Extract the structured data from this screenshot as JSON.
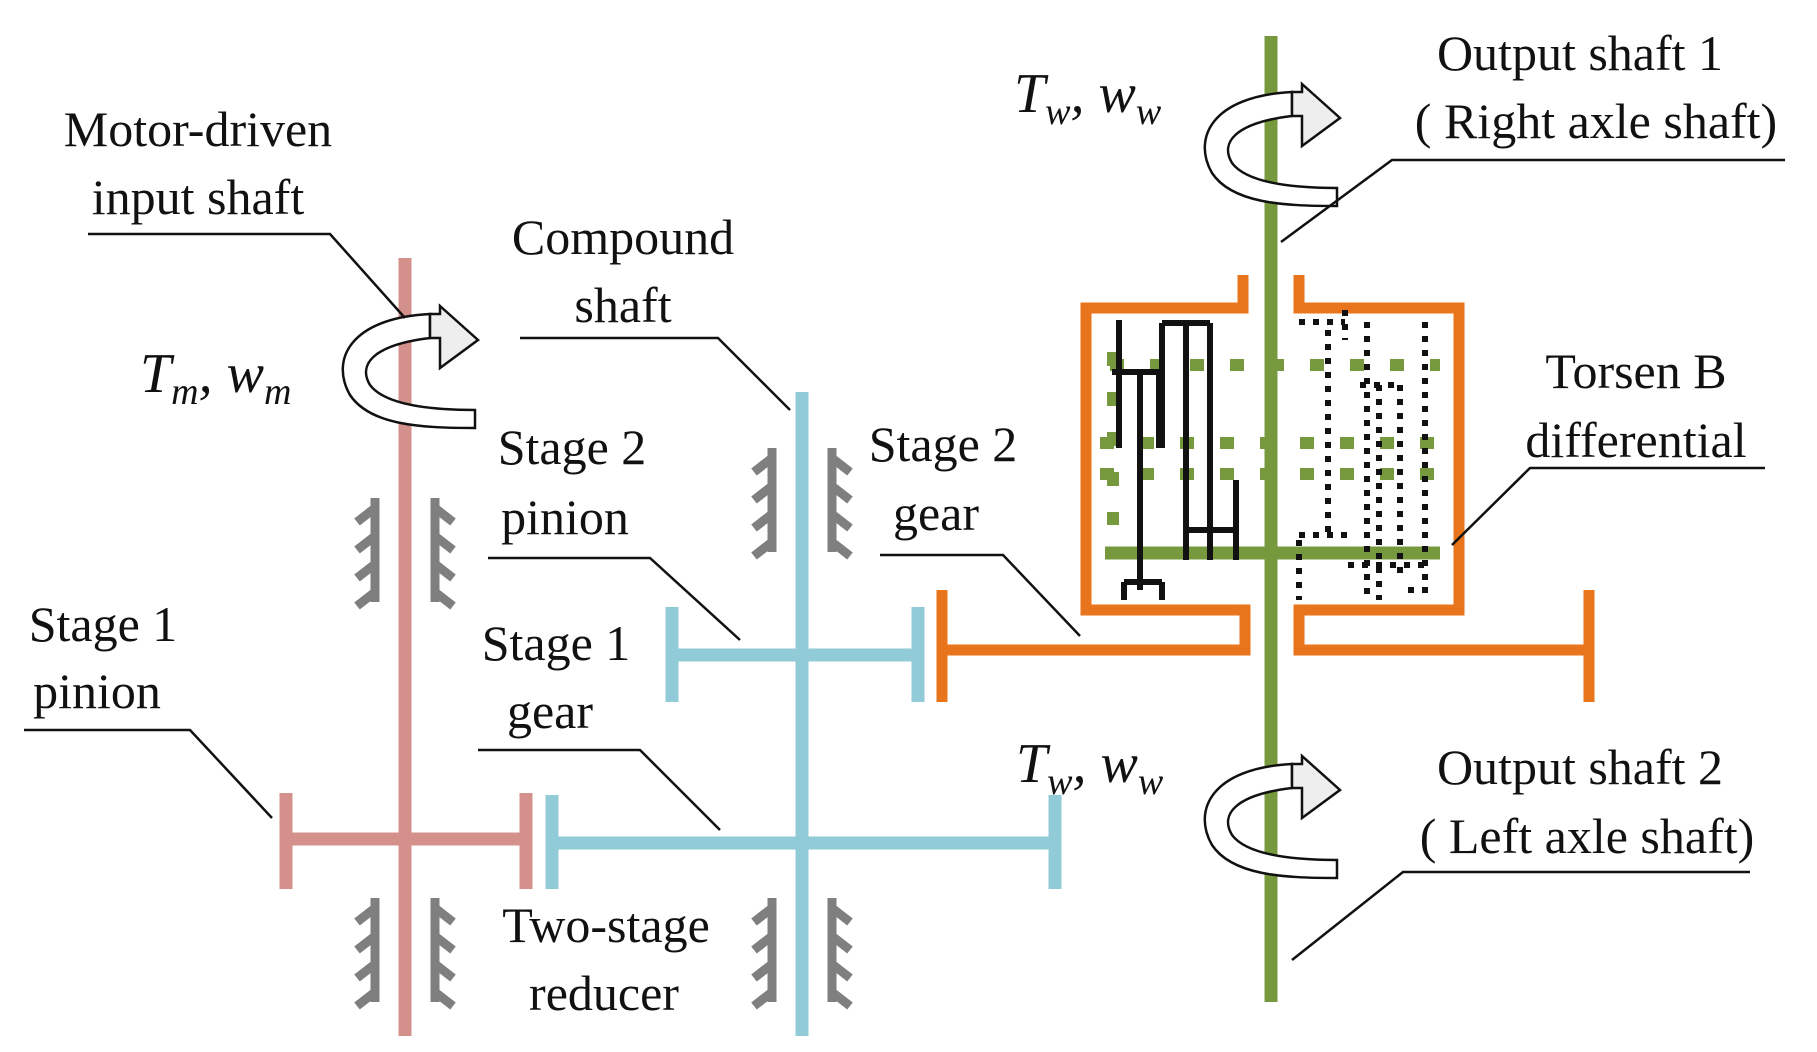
{
  "labels": {
    "motor_input_line1": "Motor-driven",
    "motor_input_line2": "input shaft",
    "compound_line1": "Compound",
    "compound_line2": "shaft",
    "stage2_pinion_line1": "Stage 2",
    "stage2_pinion_line2": "pinion",
    "stage2_gear_line1": "Stage 2",
    "stage2_gear_line2": "gear",
    "stage1_pinion_line1": "Stage 1",
    "stage1_pinion_line2": "pinion",
    "stage1_gear_line1": "Stage 1",
    "stage1_gear_line2": "gear",
    "two_stage_line1": "Two-stage",
    "two_stage_line2": "reducer",
    "torsen_line1": "Torsen B",
    "torsen_line2": "differential",
    "output1_line1": "Output shaft 1",
    "output1_line2": "( Right axle shaft)",
    "output2_line1": "Output shaft 2",
    "output2_line2": "( Left axle shaft)"
  },
  "symbols": {
    "motor": {
      "T": "T",
      "T_sub": "m",
      "sep": ", ",
      "w": "w",
      "w_sub": "m"
    },
    "wheel_top": {
      "T": "T",
      "T_sub": "w",
      "sep": ", ",
      "w": "w",
      "w_sub": "w"
    },
    "wheel_bottom": {
      "T": "T",
      "T_sub": "w",
      "sep": ", ",
      "w": "w",
      "w_sub": "w"
    }
  },
  "colors": {
    "input_shaft": "#d4918c",
    "compound_shaft": "#92cbd8",
    "output_shaft": "#77993d",
    "differential_case": "#e8741c",
    "bearing": "#7f7f7f",
    "internal_gears": "#111111"
  }
}
